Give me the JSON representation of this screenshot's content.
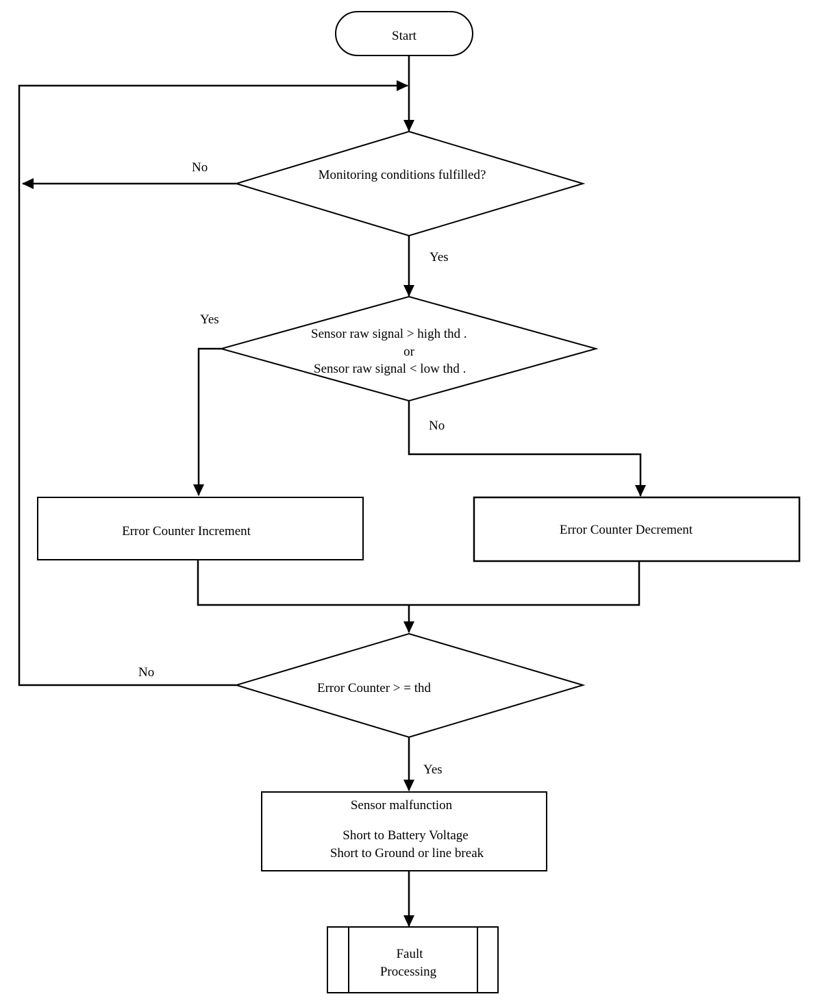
{
  "flowchart": {
    "start": "Start",
    "check_conditions": "Monitoring  conditions fulfilled?",
    "check_conditions_no": "No",
    "check_conditions_yes": "Yes",
    "signal_check": {
      "line1": "Sensor raw signal > high thd     .",
      "line2": "or",
      "line3": "Sensor    raw signal < low thd  ."
    },
    "signal_check_yes": "Yes",
    "signal_check_no": "No",
    "increment": "Error Counter Increment",
    "decrement": "Error Counter Decrement",
    "counter_check": "Error Counter > = thd",
    "counter_check_no": "No",
    "counter_check_yes": "Yes",
    "malfunction": {
      "title": "Sensor malfunction",
      "line1": "Short to Battery Voltage",
      "line2": "Short to Ground or  line break"
    },
    "fault": {
      "line1": "Fault",
      "line2": "Processing"
    }
  }
}
